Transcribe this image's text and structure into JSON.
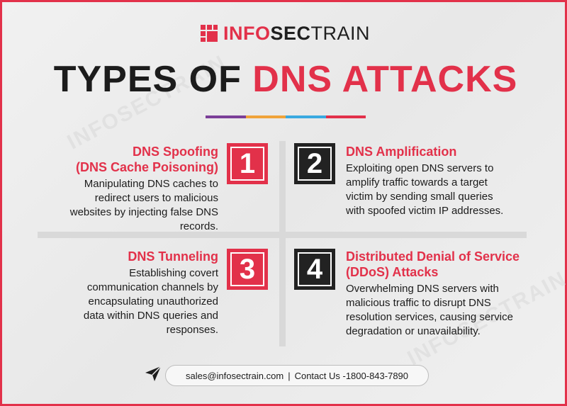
{
  "brand": {
    "name_info": "INFO",
    "name_sec": "SEC",
    "name_train": "TRAIN",
    "watermark": "INFOSECTRAIN",
    "red": "#e2314a",
    "dark": "#222222"
  },
  "title": {
    "part1": "TYPES OF ",
    "part2": "DNS ATTACKS",
    "rule_colors": [
      "#7b3f98",
      "#f0a33a",
      "#3aa9e0",
      "#e2314a"
    ]
  },
  "cards": [
    {
      "number": "1",
      "heading": "DNS Spoofing (DNS Cache Poisoning)",
      "heading_line1": "DNS Spoofing",
      "heading_line2": "(DNS Cache Poisoning)",
      "body_lines": [
        "Manipulating DNS caches to",
        "redirect users to malicious",
        "websites by injecting false DNS",
        "records."
      ]
    },
    {
      "number": "2",
      "heading": "DNS Amplification",
      "body_lines": [
        "Exploiting open DNS servers to",
        "amplify traffic towards a target",
        "victim by sending small queries",
        "with spoofed victim IP addresses."
      ]
    },
    {
      "number": "3",
      "heading": "DNS Tunneling",
      "body_lines": [
        "Establishing covert",
        "communication channels by",
        "encapsulating unauthorized",
        "data within DNS queries and",
        "responses."
      ]
    },
    {
      "number": "4",
      "heading_line1": "Distributed Denial of Service",
      "heading_line2": "(DDoS) Attacks",
      "body_lines": [
        "Overwhelming DNS servers with",
        "malicious traffic to disrupt DNS",
        "resolution services, causing service",
        "degradation or unavailability."
      ]
    }
  ],
  "contact": {
    "email": "sales@infosectrain.com",
    "separator": "|",
    "phone": "Contact Us -1800-843-7890",
    "icon": "send-icon"
  }
}
